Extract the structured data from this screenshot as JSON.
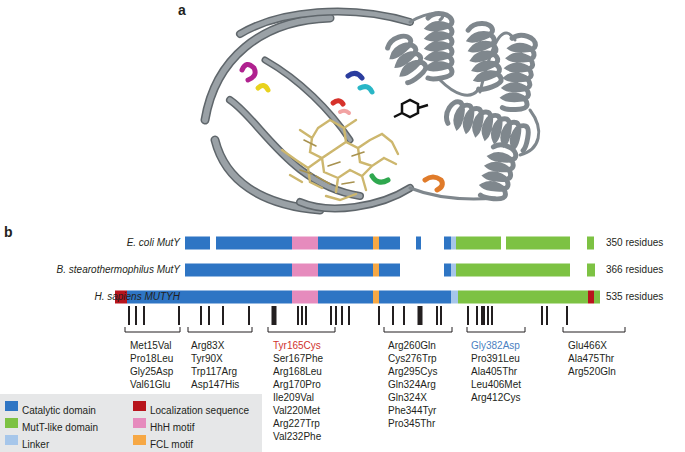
{
  "diagram": {
    "labels": [
      "a",
      "b",
      "E. coli MutY",
      "350 residues",
      "B. stearothermophilus MutY",
      "366 residues",
      "H. sapiens MUTYH",
      "535 residues",
      "Met15Val",
      "Pro18Leu",
      "Gly25Asp",
      "Val61Glu",
      "Arg83X",
      "Tyr90X",
      "Trp117Arg",
      "Asp147His",
      "Tyr165Cys",
      "Ser167Phe",
      "Arg168Leu",
      "Arg170Pro",
      "Ile209Val",
      "Val220Met",
      "Arg227Trp",
      "Val232Phe",
      "Arg260Gln",
      "Cys276Trp",
      "Arg295Cys",
      "Gln324Arg",
      "Gln324X",
      "Phe344Tyr",
      "Pro345Thr",
      "Gly382Asp",
      "Pro391Leu",
      "Ala405Thr",
      "Leu406Met",
      "Arg412Cys",
      "Glu466X",
      "Ala475Thr",
      "Arg520Gln"
    ],
    "legend": [
      {
        "text": "Catalytic domain",
        "color": "#2e75c4"
      },
      {
        "text": "Localization sequence",
        "color": "#b8141c"
      },
      {
        "text": "MutT-like domain",
        "color": "#7dc243"
      },
      {
        "text": "HhH motif",
        "color": "#e68bbd"
      },
      {
        "text": "Linker",
        "color": "#a6c6ea"
      },
      {
        "text": "FCL motif",
        "color": "#f6a845"
      }
    ]
  }
}
